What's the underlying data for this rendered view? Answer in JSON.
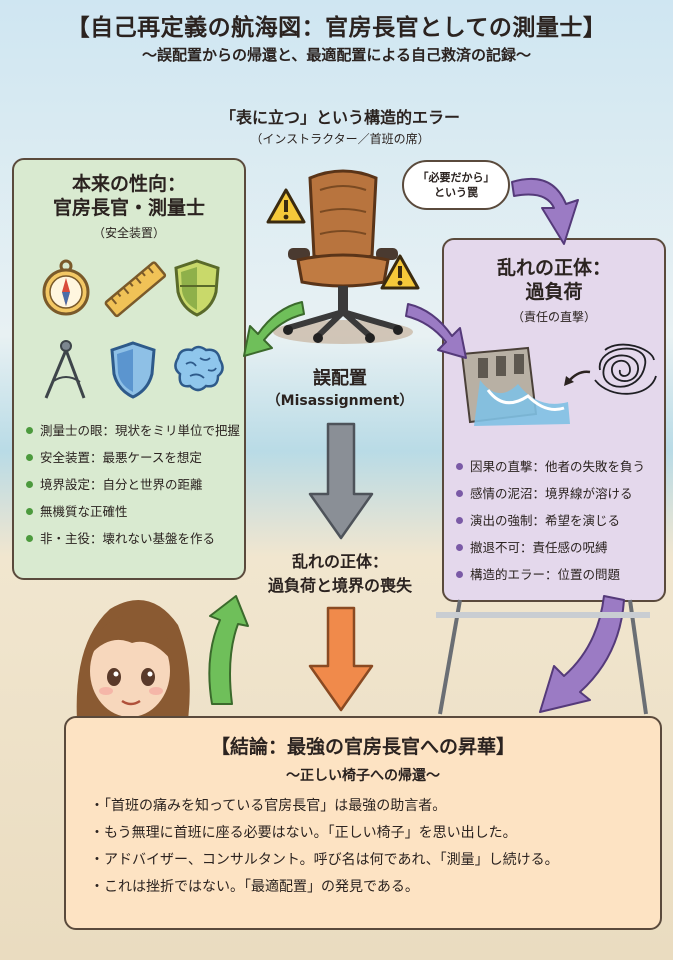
{
  "header": {
    "title": "【自己再定義の航海図：官房長官としての測量士】",
    "subtitle": "〜誤配置からの帰還と、最適配置による自己救済の記録〜"
  },
  "top": {
    "label": "「表に立つ」という構造的エラー",
    "sub": "（インストラクター／首班の席）",
    "thought_bubble": [
      "「必要だから」",
      "という罠"
    ]
  },
  "left_panel": {
    "title_line1": "本来の性向：",
    "title_line2": "官房長官・測量士",
    "subtitle": "（安全装置）",
    "icons": [
      "compass-icon",
      "ruler-icon",
      "shield-icon",
      "divider-tool-icon",
      "shield-icon",
      "brain-icon"
    ],
    "bullets": [
      "測量士の眼：現状をミリ単位で把握",
      "安全装置：最悪ケースを想定",
      "境界設定：自分と世界の距離",
      "無機質な正確性",
      "非・主役：壊れない基盤を作る"
    ]
  },
  "center": {
    "misassign_jp": "誤配置",
    "misassign_en": "（Misassignment）",
    "mid_line1": "乱れの正体：",
    "mid_line2": "過負荷と境界の喪失"
  },
  "right_panel": {
    "title_line1": "乱れの正体：",
    "title_line2": "過負荷",
    "subtitle": "（責任の直撃）",
    "icons": [
      "dam-icon",
      "tangled-thread-icon"
    ],
    "bullets": [
      "因果の直撃：他者の失敗を負う",
      "感情の泥沼：境界線が溶ける",
      "演出の強制：希望を演じる",
      "撤退不可：責任感の呪縛",
      "構造的エラー：位置の問題"
    ]
  },
  "bottom_panel": {
    "title": "【結論：最強の官房長官への昇華】",
    "subtitle": "〜正しい椅子への帰還〜",
    "bullets": [
      "「首班の痛みを知っている官房長官」は最強の助言者。",
      "もう無理に首班に座る必要はない。「正しい椅子」を思い出した。",
      "アドバイザー、コンサルタント。呼び名は何であれ、「測量」し続ける。",
      "これは挫折ではない。「最適配置」の発見である。"
    ]
  },
  "colors": {
    "green_panel": "#d9ead0",
    "purple_panel": "#e4d8ec",
    "orange_panel": "#fde3c3",
    "arrow_green": "#6fbf5a",
    "arrow_purple": "#9b7bc4",
    "arrow_orange": "#f08a4b",
    "arrow_gray": "#8a8f96"
  }
}
